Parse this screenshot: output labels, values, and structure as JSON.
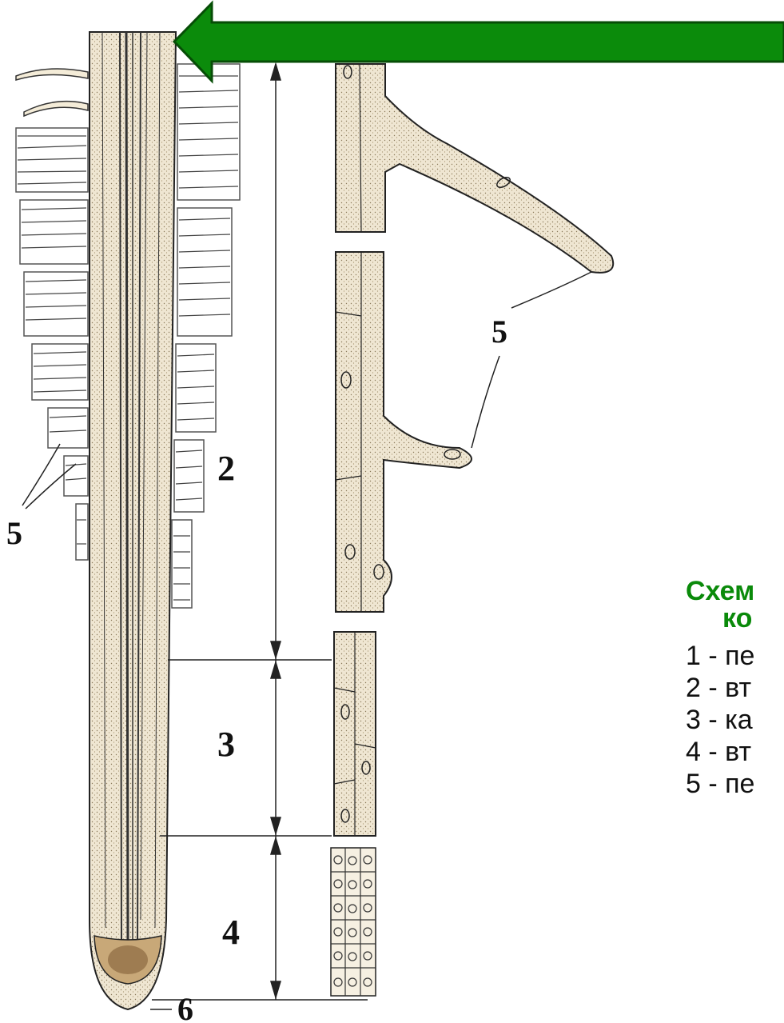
{
  "diagram": {
    "labels": {
      "zone2": "2",
      "zone3": "3",
      "zone4": "4",
      "hair_left": "5",
      "hair_right": "5",
      "cap": "6"
    }
  },
  "caption": {
    "title_line1": "Схем",
    "title_line2": "ко",
    "items": [
      {
        "label": "1 - пе"
      },
      {
        "label": "2 - вт"
      },
      {
        "label": "3 - ка"
      },
      {
        "label": "4 - вт"
      },
      {
        "label": "5 - пе"
      }
    ]
  },
  "colors": {
    "arrow_fill": "#0b8b0b",
    "arrow_stroke": "#064d06",
    "caption_title": "#0a8a0a",
    "root_tissue": "#efe6d2"
  }
}
